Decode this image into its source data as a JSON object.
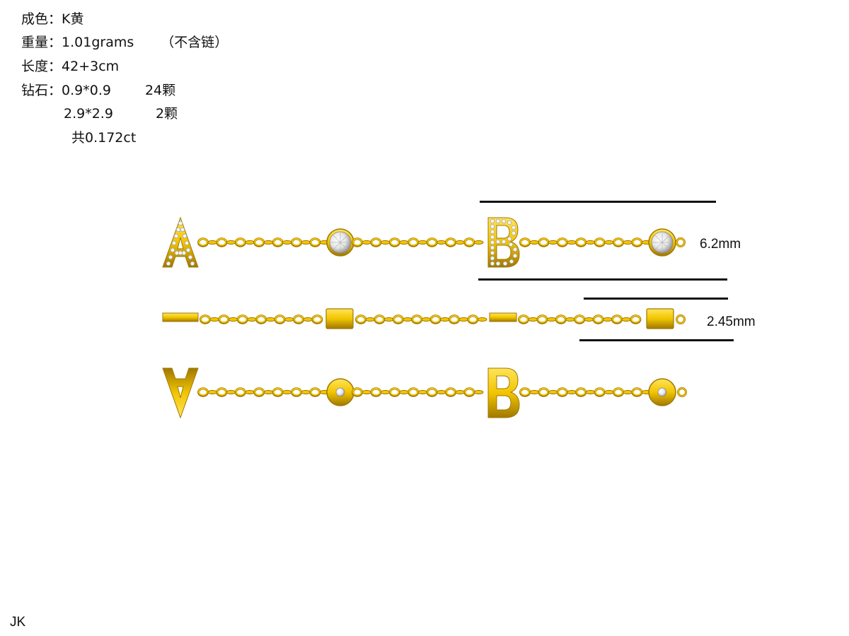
{
  "specs": {
    "color_label": "成色：",
    "color_value": "K黄",
    "weight_label": "重量：",
    "weight_value": "1.01grams",
    "weight_note": "（不含链）",
    "length_label": "长度：",
    "length_value": "42+3cm",
    "diamond_label": "钻石：",
    "diamond_rows": [
      {
        "size": "0.9*0.9",
        "count": "24颗"
      },
      {
        "size": "2.9*2.9",
        "count": "2颗"
      }
    ],
    "total": "共0.172ct"
  },
  "dimensions": {
    "front_height": "6.2mm",
    "side_thickness": "2.45mm"
  },
  "pendant_letters": [
    "A",
    "B"
  ],
  "views": [
    "front",
    "side",
    "back"
  ],
  "colors": {
    "gold": "#f2c500",
    "gold_dark": "#a07800",
    "gold_light": "#ffe45a",
    "diamond": "#f4f4f4",
    "line": "#111111"
  },
  "watermark": "JK"
}
